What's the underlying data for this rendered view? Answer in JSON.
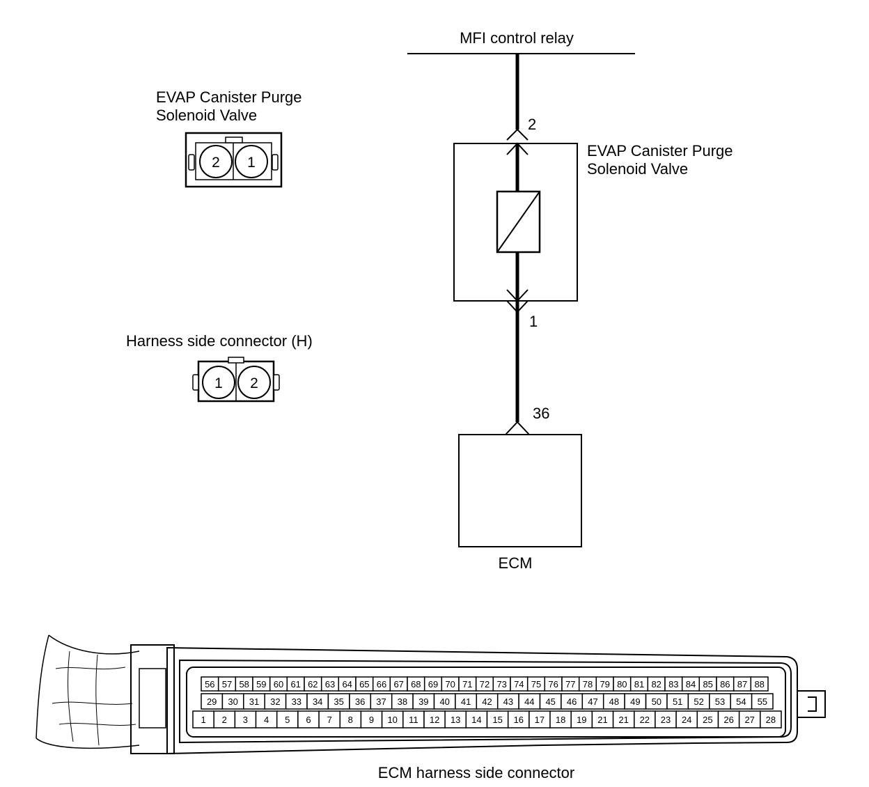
{
  "top_supply": {
    "label": "MFI control relay"
  },
  "valve_connector_view": {
    "title_line1": "EVAP Canister Purge",
    "title_line2": "Solenoid Valve",
    "pins": [
      "2",
      "1"
    ]
  },
  "harness_connector_view": {
    "title": "Harness side connector (H)",
    "pins": [
      "1",
      "2"
    ]
  },
  "schematic": {
    "valve_label_line1": "EVAP Canister Purge",
    "valve_label_line2": "Solenoid Valve",
    "valve_pin_top": "2",
    "valve_pin_bottom": "1",
    "ecm_pin": "36",
    "ecm_label": "ECM"
  },
  "ecm_connector": {
    "caption": "ECM harness side connector",
    "row_top": [
      "56",
      "57",
      "58",
      "59",
      "60",
      "61",
      "62",
      "63",
      "64",
      "65",
      "66",
      "67",
      "68",
      "69",
      "70",
      "71",
      "72",
      "73",
      "74",
      "75",
      "76",
      "77",
      "78",
      "79",
      "80",
      "81",
      "82",
      "83",
      "84",
      "85",
      "86",
      "87",
      "88"
    ],
    "row_middle": [
      "29",
      "30",
      "31",
      "32",
      "33",
      "34",
      "35",
      "36",
      "37",
      "38",
      "39",
      "40",
      "41",
      "42",
      "43",
      "44",
      "45",
      "46",
      "47",
      "48",
      "49",
      "50",
      "51",
      "52",
      "53",
      "54",
      "55"
    ],
    "row_bottom": [
      "1",
      "2",
      "3",
      "4",
      "5",
      "6",
      "7",
      "8",
      "9",
      "10",
      "11",
      "12",
      "13",
      "14",
      "15",
      "16",
      "17",
      "18",
      "19",
      "21",
      "21",
      "22",
      "23",
      "24",
      "25",
      "26",
      "27",
      "28"
    ]
  }
}
